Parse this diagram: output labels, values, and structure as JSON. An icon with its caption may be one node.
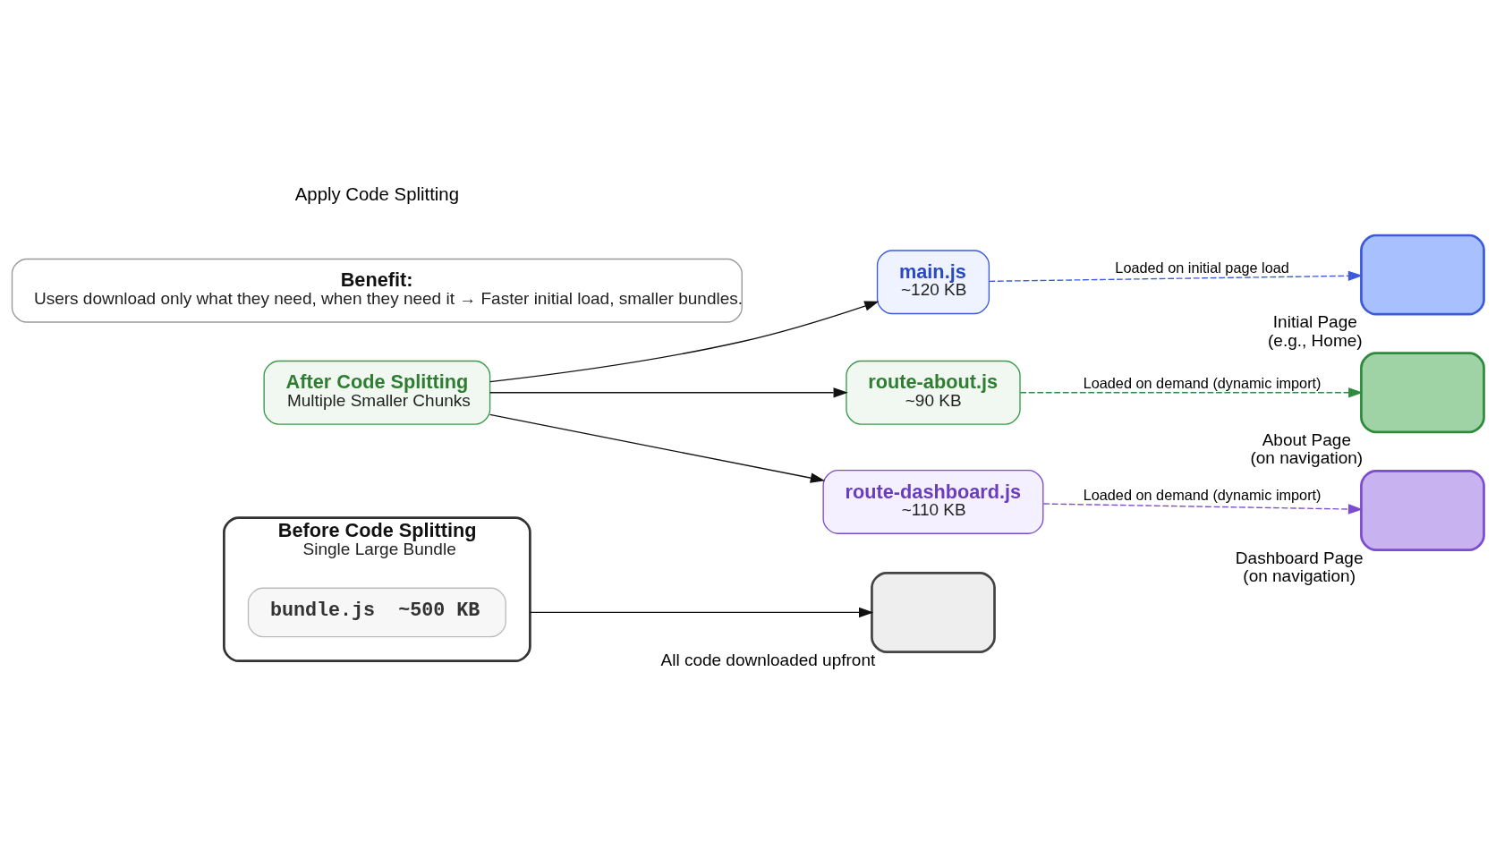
{
  "diagram": {
    "nodes": [
      {
        "text": [
          "Before Code Splitting",
          "Single Large Bundle"
        ]
      },
      {
        "text": [
          "bundle.js  ~500 KB"
        ],
        "in": 0
      },
      {
        "text": [],
        "shape": "box",
        "beside": [
          "All code downloaded upfront"
        ]
      },
      {
        "text": [
          "After Code Splitting",
          "Multiple Smaller Chunks"
        ]
      },
      {
        "text": [
          "main.js",
          "~120 KB"
        ]
      },
      {
        "text": [],
        "shape": "box",
        "beside": [
          "Initial Page",
          "(e.g., Home)"
        ]
      },
      {
        "text": [
          "route-about.js",
          "~90 KB"
        ]
      },
      {
        "text": [],
        "shape": "box",
        "beside": [
          "About Page",
          "(on navigation)"
        ]
      },
      {
        "text": [
          "route-dashboard.js",
          "~110 KB"
        ]
      },
      {
        "text": [],
        "shape": "box",
        "beside": [
          "Dashboard Page",
          "(on navigation)"
        ]
      },
      {
        "text": [
          "Benefit:",
          "Users download only what they need, when they need it → Faster initial load, smaller bundles."
        ]
      }
    ],
    "edges": [
      {
        "from": 0,
        "to": 2,
        "arrow": "to"
      },
      {
        "from": 3,
        "to": 4,
        "arrow": "to"
      },
      {
        "from": 3,
        "to": 6,
        "arrow": "to"
      },
      {
        "from": 3,
        "to": 8,
        "arrow": "to"
      },
      {
        "from": 4,
        "to": 5,
        "arrow": "to",
        "label": "Loaded on initial page load",
        "style": "dashed",
        "color": "#3b5bdb"
      },
      {
        "from": 6,
        "to": 7,
        "arrow": "to",
        "label": "Loaded on demand (dynamic import)",
        "style": "dashed",
        "color": "#2e8b3e"
      },
      {
        "from": 8,
        "to": 9,
        "arrow": "to",
        "label": "Loaded on demand (dynamic import)",
        "style": "dashed",
        "color": "#7c4dce"
      }
    ],
    "labels": [
      "Apply Code Splitting"
    ]
  }
}
